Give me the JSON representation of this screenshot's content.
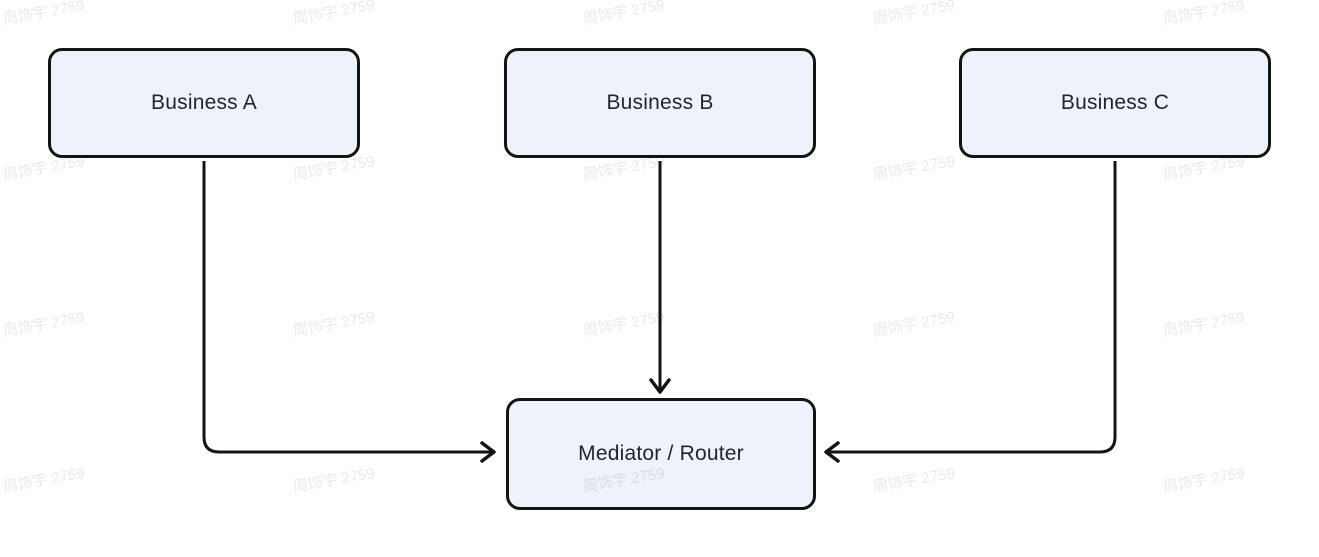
{
  "diagram": {
    "nodes": {
      "business_a": {
        "label": "Business A"
      },
      "business_b": {
        "label": "Business B"
      },
      "business_c": {
        "label": "Business C"
      },
      "mediator": {
        "label": "Mediator / Router"
      }
    },
    "edges": [
      {
        "from": "business_a",
        "to": "mediator",
        "direction": "down-then-right"
      },
      {
        "from": "business_b",
        "to": "mediator",
        "direction": "down"
      },
      {
        "from": "business_c",
        "to": "mediator",
        "direction": "down-then-left"
      }
    ],
    "colors": {
      "node_fill": "#edf2fb",
      "node_border": "#141414",
      "text": "#1f2430",
      "arrow": "#141414"
    }
  },
  "watermark": {
    "text": "周饰宇 2759"
  }
}
